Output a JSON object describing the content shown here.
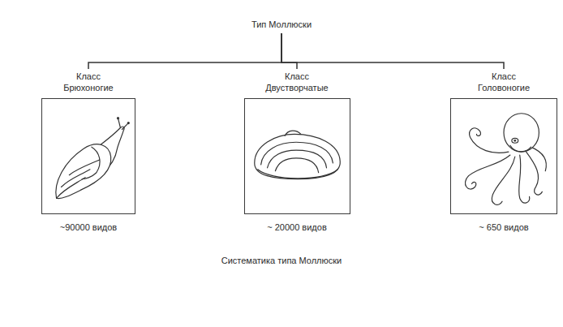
{
  "diagram": {
    "caption": "Систематика типа Моллюски",
    "nodes": [
      {
        "text": [
          "Тип Моллюски"
        ]
      },
      {
        "text": [
          "Класс Брюхоногие",
          "~90000 видов"
        ]
      },
      {
        "text": [
          "Класс Двустворчатые",
          "~ 20000 видов"
        ]
      },
      {
        "text": [
          "Класс Головоногие",
          "~ 650 видов"
        ]
      }
    ],
    "edges": [
      {
        "from": 0,
        "to": 1,
        "arrow": "none"
      },
      {
        "from": 0,
        "to": 2,
        "arrow": "none"
      },
      {
        "from": 0,
        "to": 3,
        "arrow": "none"
      }
    ]
  }
}
